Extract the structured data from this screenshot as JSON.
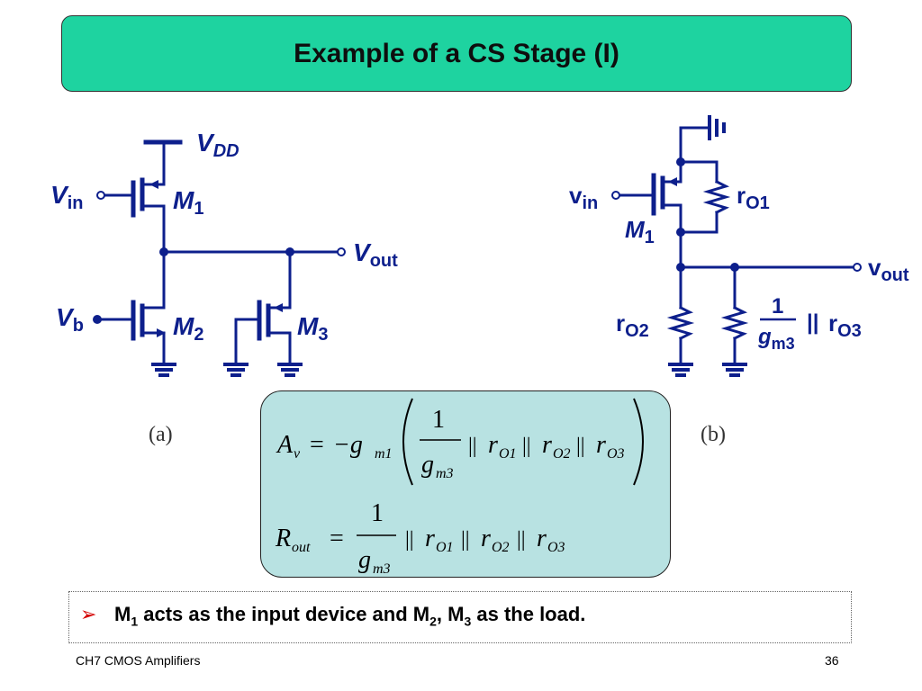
{
  "slide": {
    "title": "Example of a CS Stage (I)",
    "footer_left": "CH7 CMOS Amplifiers",
    "page_number": "36"
  },
  "circuit_a": {
    "caption": "(a)",
    "vdd_label": "V",
    "vdd_sub": "DD",
    "vin_label": "V",
    "vin_sub": "in",
    "vb_label": "V",
    "vb_sub": "b",
    "vout_label": "V",
    "vout_sub": "out",
    "m1_label": "M",
    "m1_sub": "1",
    "m2_label": "M",
    "m2_sub": "2",
    "m3_label": "M",
    "m3_sub": "3"
  },
  "circuit_b": {
    "caption": "(b)",
    "vin_label": "v",
    "vin_sub": "in",
    "vout_label": "v",
    "vout_sub": "out",
    "m1_label": "M",
    "m1_sub": "1",
    "ro1_label": "r",
    "ro1_sub": "O1",
    "ro2_label": "r",
    "ro2_sub": "O2",
    "gm3_num": "1",
    "gm3_den": "g",
    "gm3_den_sub": "m3",
    "parallel": "||",
    "ro3_label": "r",
    "ro3_sub": "O3"
  },
  "formulas": {
    "av_lhs": "A",
    "av_lhs_sub": "v",
    "equals": "=",
    "neg_g": "−g",
    "neg_g_sub": "m1",
    "frac_num": "1",
    "frac_den": "g",
    "frac_den_sub": "m3",
    "par": "||",
    "r": "r",
    "o1": "O1",
    "o2": "O2",
    "o3": "O3",
    "rout_lhs": "R",
    "rout_lhs_sub": "out"
  },
  "bullet": {
    "m": "M",
    "m1_sub": "1",
    "text1": " acts as the input device and M",
    "m2_sub": "2",
    "comma": ", M",
    "m3_sub": "3",
    "text2": " as the load."
  },
  "colors": {
    "title_bg": "#1ed3a0",
    "circuit": "#0d1f8c",
    "formula_bg": "#b8e2e2",
    "bullet_arrow": "#d40000"
  }
}
